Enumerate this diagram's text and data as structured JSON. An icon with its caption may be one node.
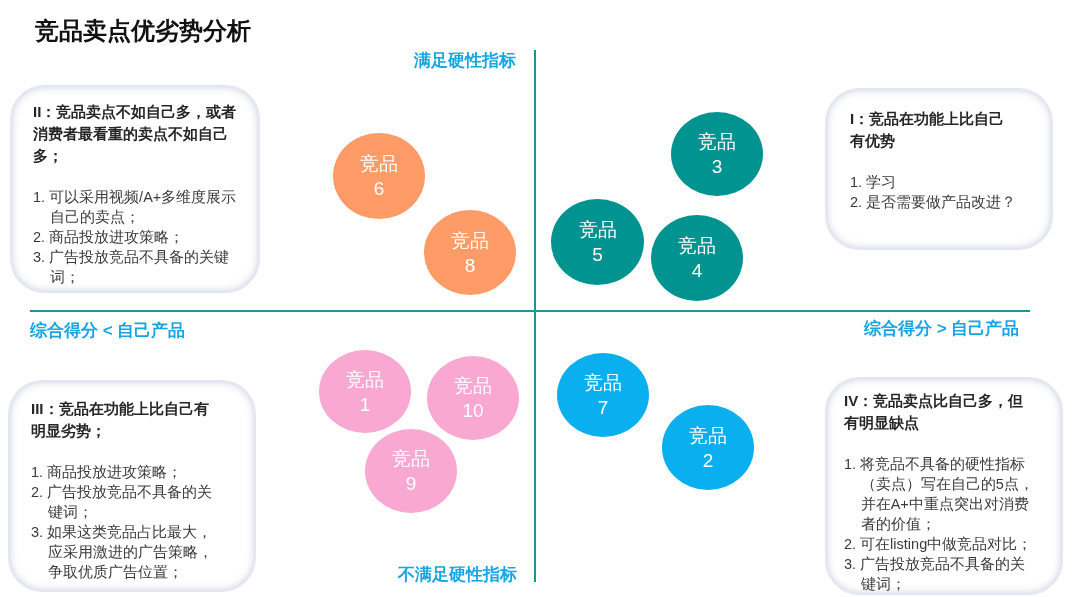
{
  "diagram": {
    "title": "竞品卖点优劣势分析",
    "nodes": [
      {
        "text": [
          "II：竞品卖点不如自己多，或者消费者最看重的卖点不如自己多；",
          "1. 可以采用视频/A+多维度展示自己的卖点；",
          "2. 商品投放进攻策略；",
          "3. 广告投放竞品不具备的关键词；"
        ]
      },
      {
        "text": [
          "I：竞品在功能上比自己有优势",
          "1. 学习",
          "2. 是否需要做产品改进？"
        ]
      },
      {
        "text": [
          "竞品 6"
        ]
      },
      {
        "text": [
          "竞品 3"
        ]
      },
      {
        "text": [
          "竞品 8"
        ]
      },
      {
        "text": [
          "竞品 5"
        ]
      },
      {
        "text": [
          "竞品 4"
        ]
      },
      {
        "text": [
          "III：竞品在功能上比自己有明显劣势；",
          "1. 商品投放进攻策略；",
          "2. 广告投放竞品不具备的关键词；",
          "3. 如果这类竞品占比最大，应采用激进的广告策略，争取优质广告位置；"
        ]
      },
      {
        "text": [
          "竞品 1"
        ]
      },
      {
        "text": [
          "竞品 10"
        ]
      },
      {
        "text": [
          "竞品 7"
        ]
      },
      {
        "text": [
          "竞品 2"
        ]
      },
      {
        "text": [
          "竞品 9"
        ]
      },
      {
        "text": [
          "IV：竞品卖点比自己多，但有明显缺点",
          "1. 将竞品不具备的硬性指标（卖点）写在自己的5点，并在A+中重点突出对消费者的价值；",
          "2. 可在listing中做竞品对比；",
          "3. 广告投放竞品不具备的关键词；"
        ]
      }
    ],
    "labels": [
      "满足硬性指标",
      "综合得分 < 自己产品",
      "综合得分 > 自己产品",
      "不满足硬性指标"
    ]
  }
}
